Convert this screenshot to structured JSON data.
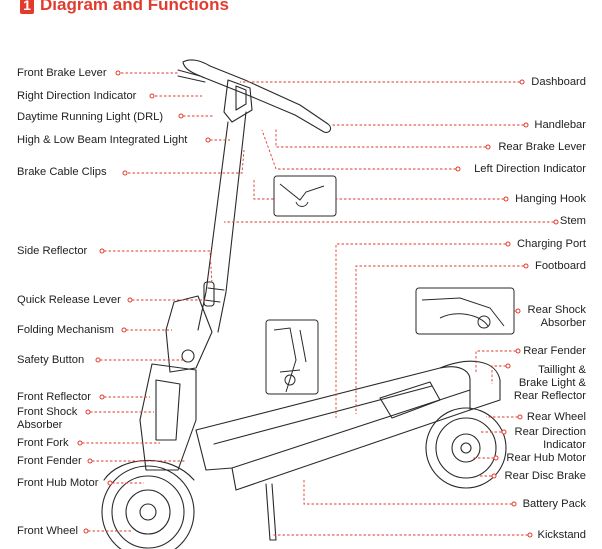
{
  "section": {
    "number": "1",
    "title": "Diagram and Functions"
  },
  "labels_left": [
    "Front Brake Lever",
    "Right Direction Indicator",
    "Daytime Running Light (DRL)",
    "High & Low Beam Integrated Light",
    "Brake Cable Clips",
    "Side Reflector",
    "Quick Release Lever",
    "Folding Mechanism",
    "Safety Button",
    "Front Reflector",
    "Front Shock\nAbsorber",
    "Front Fork",
    "Front Fender",
    "Front Hub Motor",
    "Front Wheel"
  ],
  "labels_right": [
    "Dashboard",
    "Handlebar",
    "Rear Brake Lever",
    "Left Direction Indicator",
    "Hanging Hook",
    "Stem",
    "Charging Port",
    "Footboard",
    "Rear Shock\nAbsorber",
    "Rear Fender",
    "Taillight &\nBrake Light &\nRear Reflector",
    "Rear Wheel",
    "Rear Direction\nIndicator",
    "Rear Hub Motor",
    "Rear Disc Brake",
    "Battery Pack",
    "Kickstand"
  ],
  "colors": {
    "accent": "#e23b2e",
    "line": "#2a2a2a"
  }
}
